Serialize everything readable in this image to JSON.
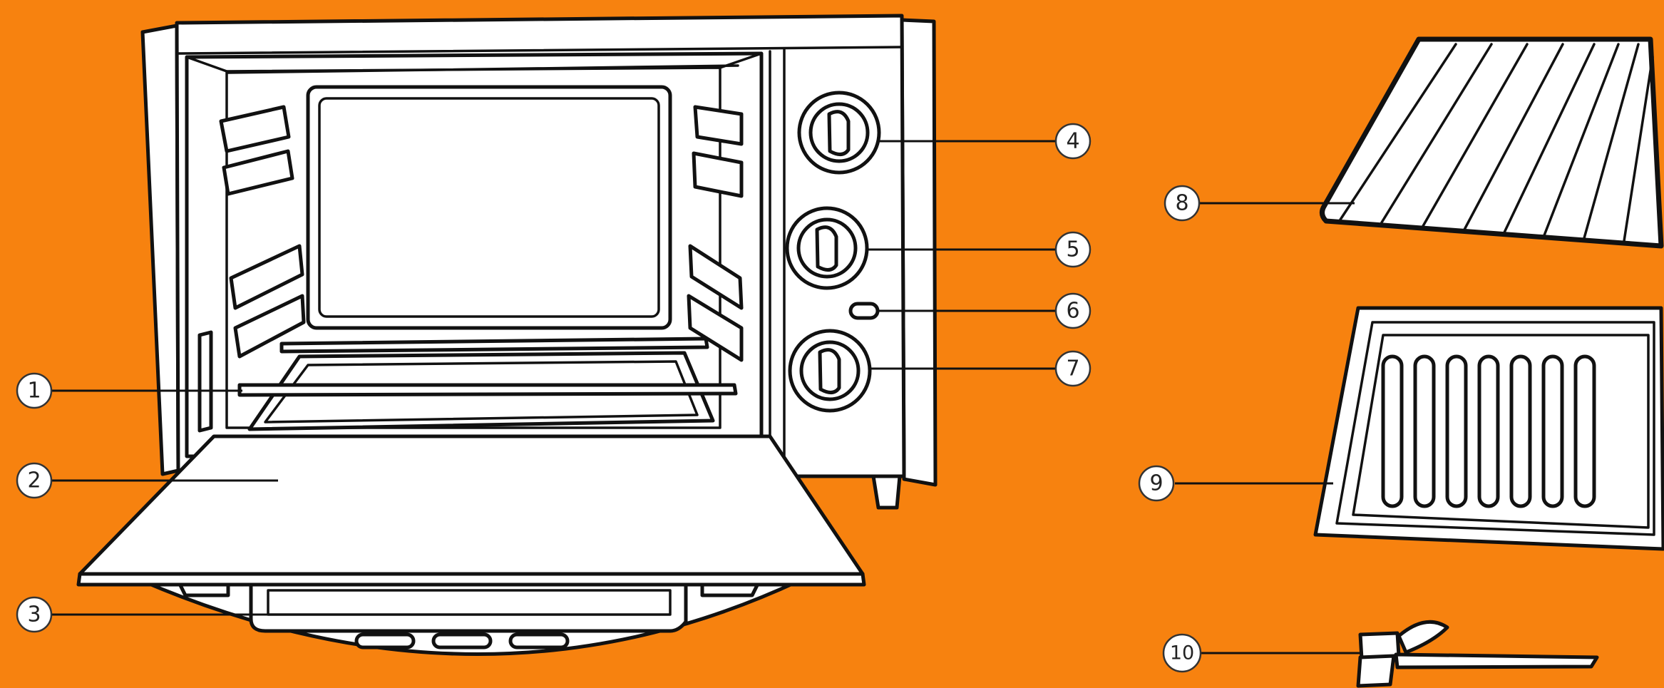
{
  "colors": {
    "background": "#f7820f",
    "outline": "#111111",
    "fill": "#ffffff"
  },
  "callouts": [
    {
      "label": "1",
      "part": "wire-rack"
    },
    {
      "label": "2",
      "part": "glass-door"
    },
    {
      "label": "3",
      "part": "door-handle"
    },
    {
      "label": "4",
      "part": "control-knob-top"
    },
    {
      "label": "5",
      "part": "control-knob-middle"
    },
    {
      "label": "6",
      "part": "indicator-light"
    },
    {
      "label": "7",
      "part": "control-knob-bottom"
    },
    {
      "label": "8",
      "part": "crumb-tray"
    },
    {
      "label": "9",
      "part": "baking-tray"
    },
    {
      "label": "10",
      "part": "tray-handle"
    }
  ]
}
